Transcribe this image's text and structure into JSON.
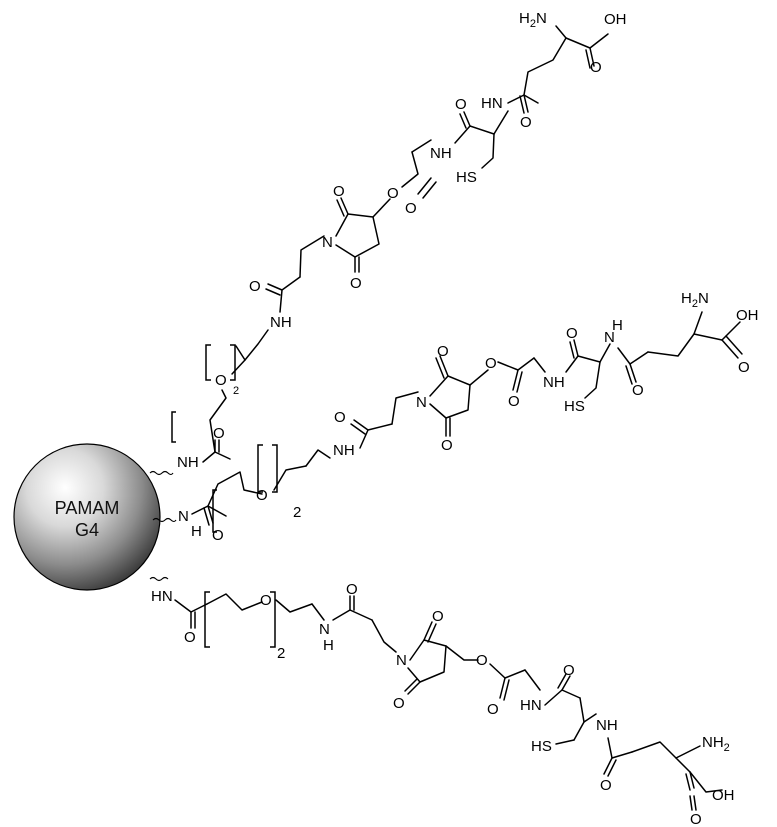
{
  "core": {
    "line1": "PAMAM",
    "line2": "G4",
    "gradient_colors": [
      "#ffffff",
      "#d9d9d9",
      "#8c8c8c",
      "#3a3a3a"
    ]
  },
  "atoms": {
    "nh": "NH",
    "hn": "HN",
    "n": "N",
    "h": "H",
    "o": "O",
    "oh": "OH",
    "sh": "HS",
    "h2n": "H",
    "h2n_sub": "2",
    "h2n_n": "N",
    "nh2": "NH",
    "nh2_sub": "2"
  },
  "repeat": "2"
}
